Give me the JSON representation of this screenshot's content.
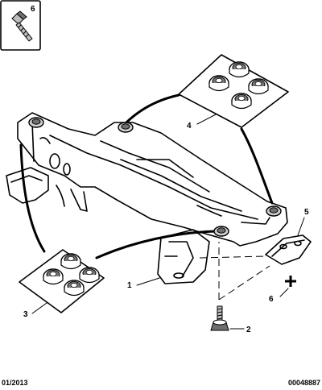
{
  "diagram": {
    "inset_label": "6",
    "callouts": [
      "1",
      "2",
      "3",
      "4",
      "5",
      "6"
    ],
    "footer_left": "01/2013",
    "footer_right": "00048887"
  }
}
